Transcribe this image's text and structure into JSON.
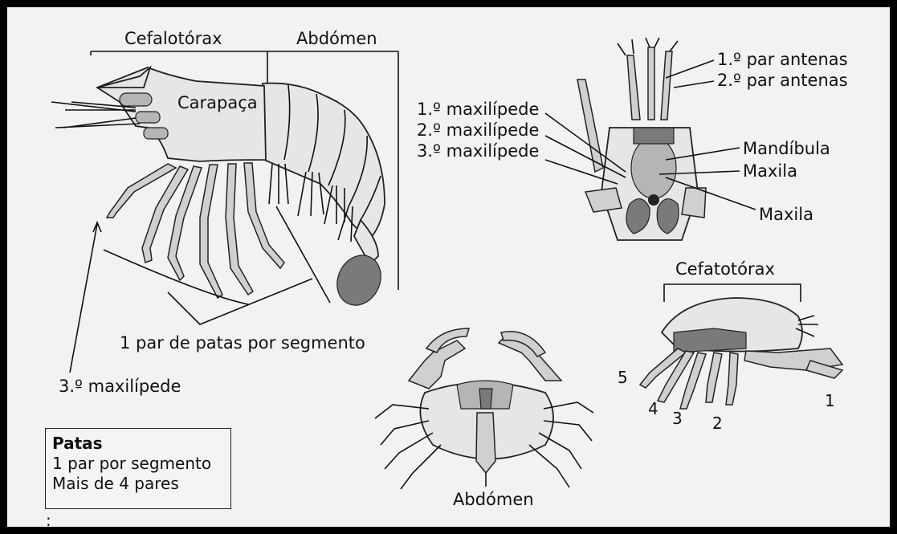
{
  "shrimp": {
    "label_cephalothorax": "Cefalotórax",
    "label_abdomen": "Abdómen",
    "label_carapace": "Carapaça",
    "label_legs_per_segment": "1 par de patas por segmento",
    "label_third_maxilliped": "3.º maxilípede"
  },
  "mouthparts": {
    "label_first_antennae": "1.º par antenas",
    "label_second_antennae": "2.º par antenas",
    "label_first_maxilliped": "1.º maxilípede",
    "label_second_maxilliped": "2.º maxilípede",
    "label_third_maxilliped": "3.º maxilípede",
    "label_mandible": "Mandíbula",
    "label_maxilla_1": "Maxila",
    "label_maxilla_2": "Maxila"
  },
  "crab": {
    "label_abdomen": "Abdómen"
  },
  "hermit": {
    "label_cephalothorax": "Cefatotórax",
    "leg_numbers": [
      "1",
      "2",
      "3",
      "4",
      "5"
    ]
  },
  "legend": {
    "title": "Patas",
    "line1": "1 par por segmento",
    "line2": "Mais de 4 pares"
  },
  "footer_mark": ":"
}
